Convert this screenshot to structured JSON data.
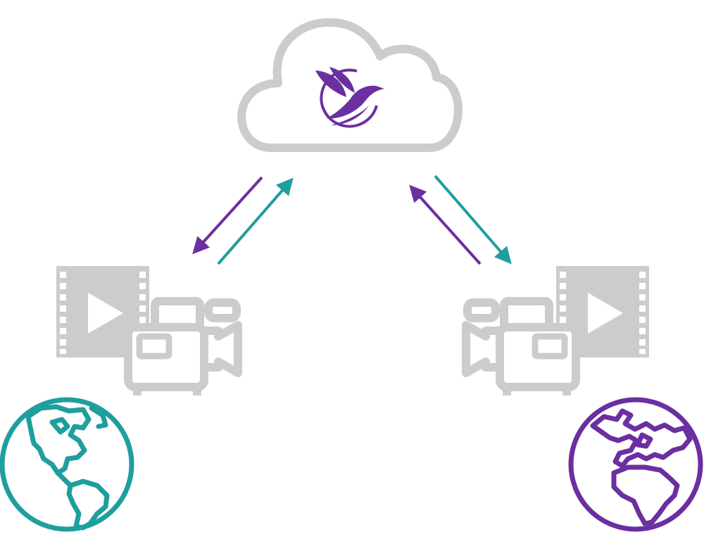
{
  "colors": {
    "purple": "#6b2fa0",
    "teal": "#1f9e9e",
    "gray": "#cccccc",
    "background": "#ffffff"
  },
  "diagram": {
    "center": {
      "icon": "cloud-icon",
      "logo_icon": "hummingbird-logo-icon"
    },
    "left_site": {
      "camera_icon": "video-camera-icon",
      "film_icon": "film-play-icon",
      "globe_icon": "globe-americas-icon",
      "globe_color": "teal"
    },
    "right_site": {
      "camera_icon": "video-camera-icon",
      "film_icon": "film-play-icon",
      "globe_icon": "globe-europe-africa-icon",
      "globe_color": "purple"
    },
    "links": [
      {
        "from": "cloud",
        "to": "left_site",
        "color": "purple"
      },
      {
        "from": "left_site",
        "to": "cloud",
        "color": "teal"
      },
      {
        "from": "right_site",
        "to": "cloud",
        "color": "purple"
      },
      {
        "from": "cloud",
        "to": "right_site",
        "color": "teal"
      }
    ]
  }
}
